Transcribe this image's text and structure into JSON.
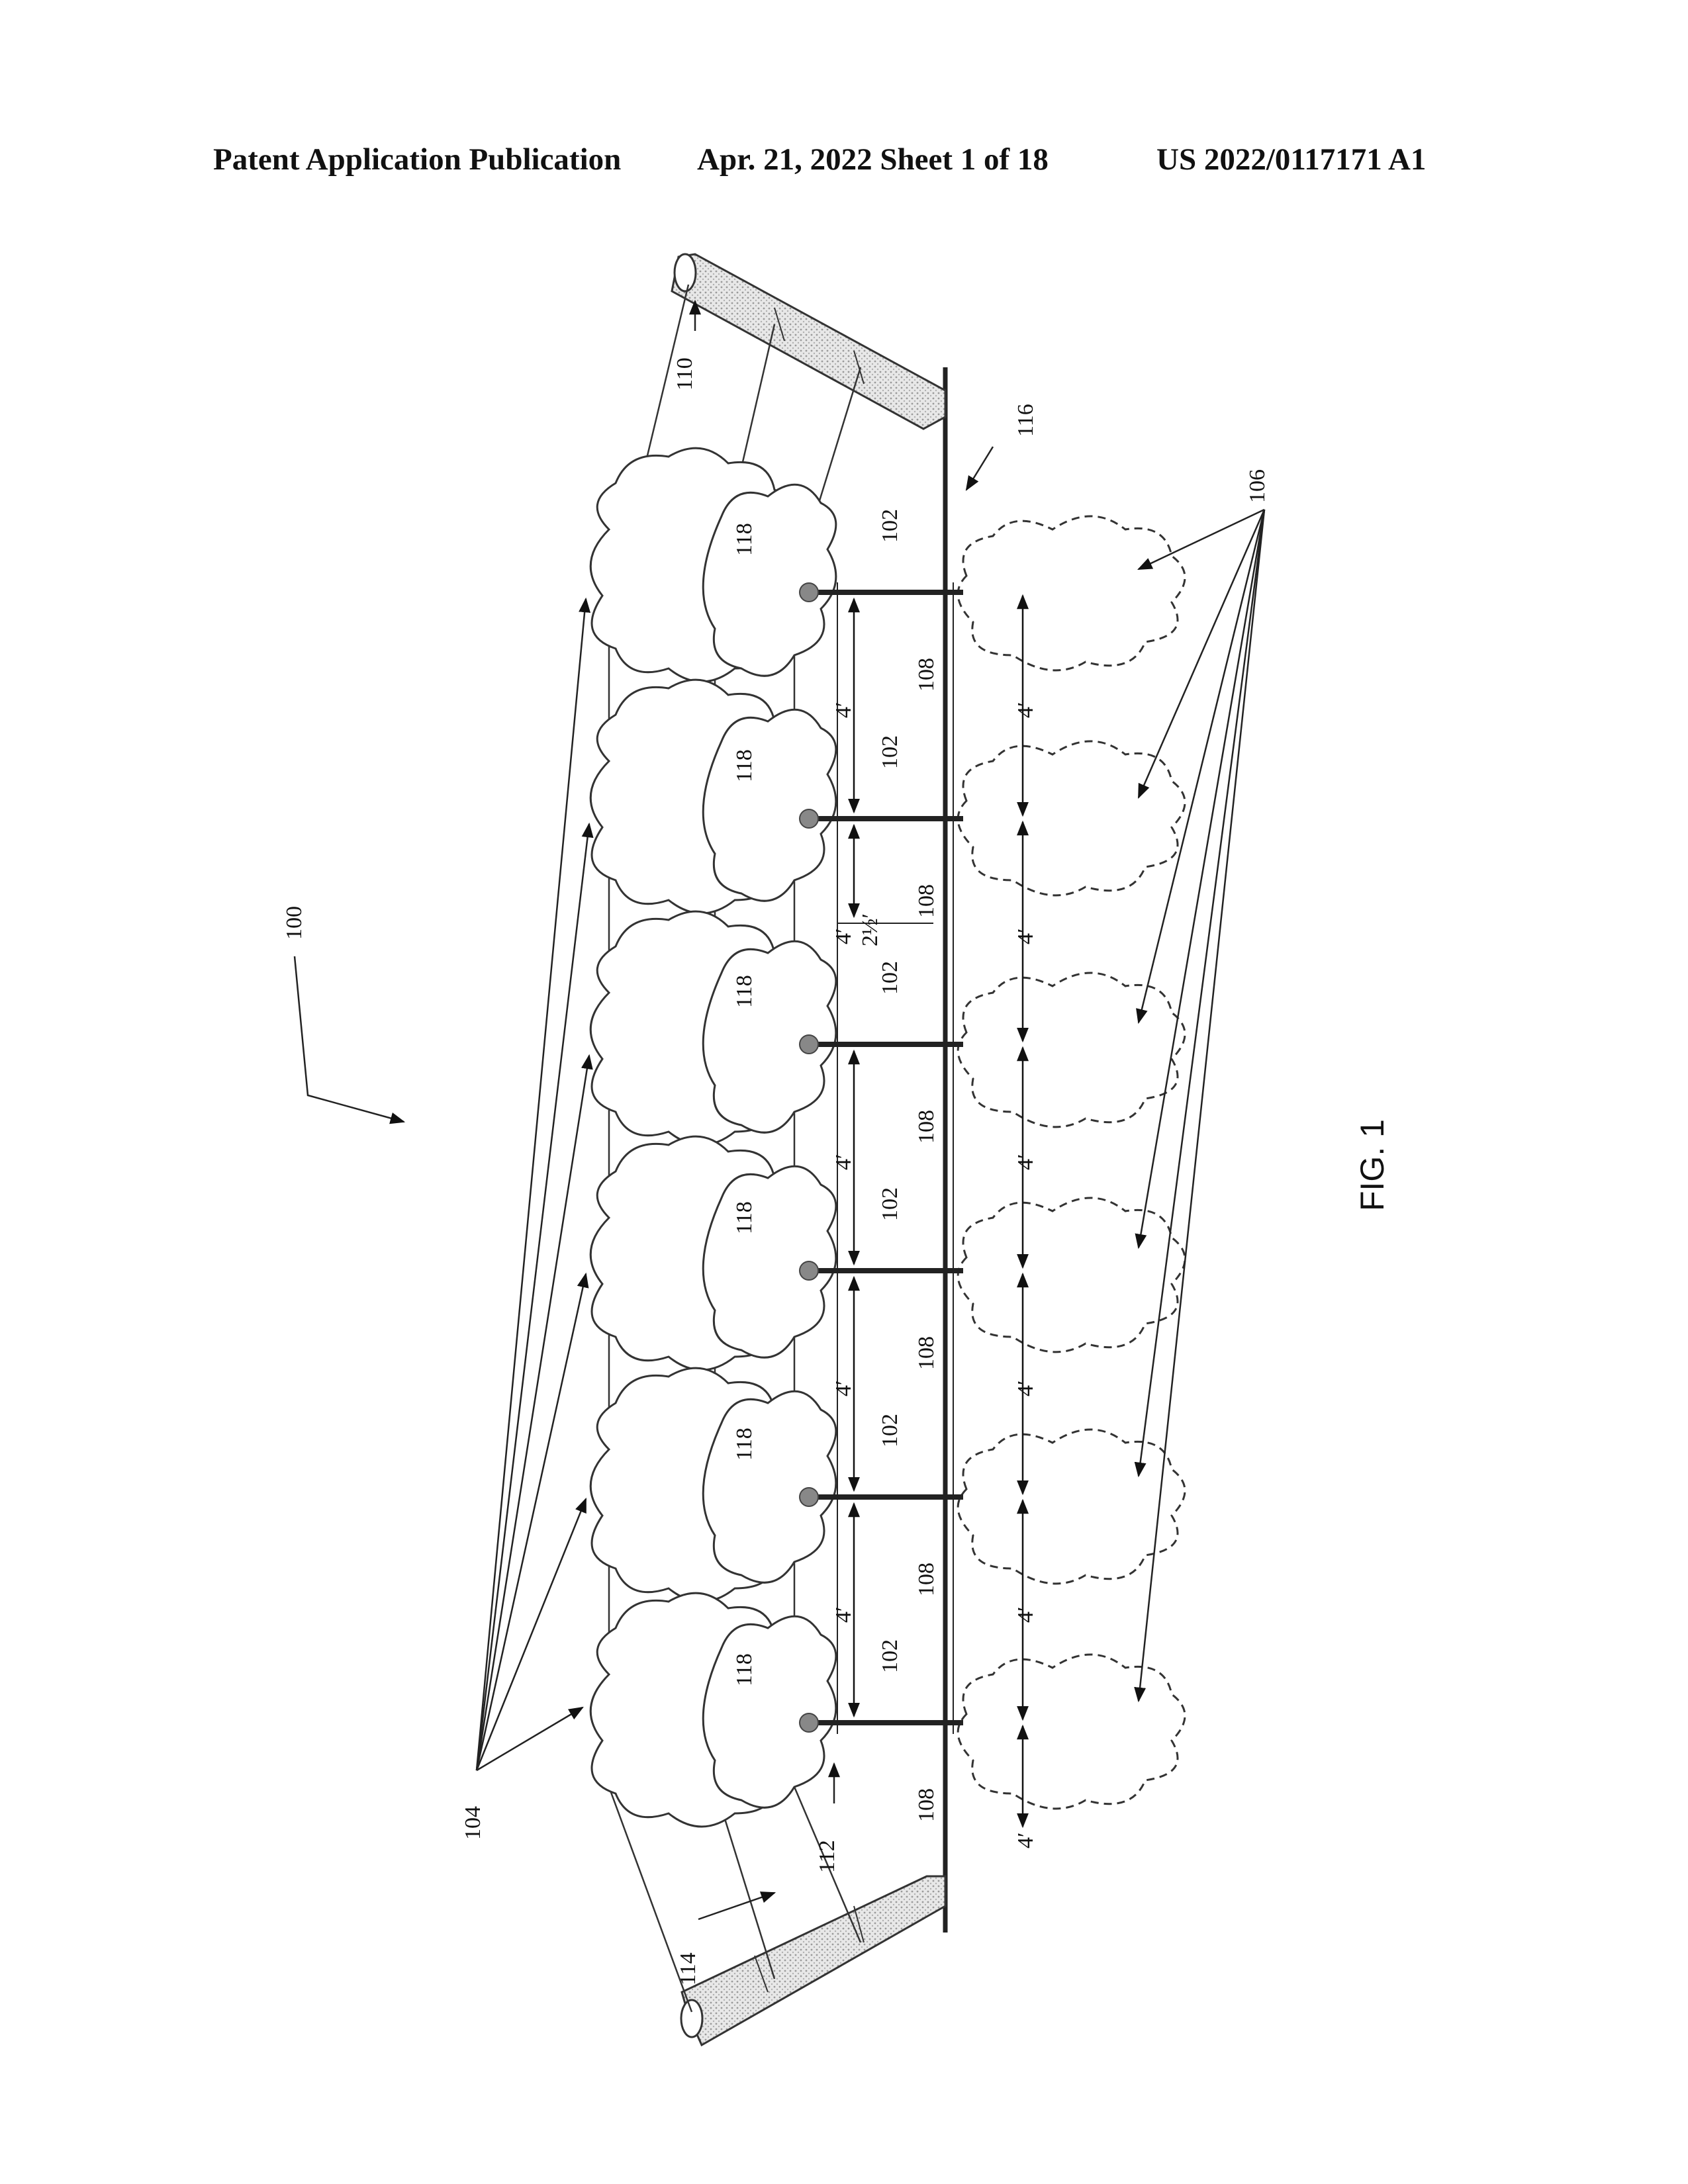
{
  "header": {
    "left": "Patent Application Publication",
    "center": "Apr. 21, 2022  Sheet 1 of 18",
    "right": "US 2022/0117171 A1"
  },
  "figure": {
    "caption": "FIG. 1",
    "ref_100": "100",
    "ref_104": "104",
    "ref_106": "106",
    "ref_110": "110",
    "ref_112": "112",
    "ref_114": "114",
    "ref_116": "116",
    "ref_102": "102",
    "ref_108": "108",
    "ref_118": "118",
    "dim_4ft": "4′",
    "dim_2half": "2½′"
  },
  "posts": [
    {
      "y": 1,
      "label_4ft": true
    },
    {
      "y": 2,
      "label_4ft": true
    },
    {
      "y": 3,
      "label_4ft": true
    },
    {
      "y": 4,
      "label_4ft": true
    },
    {
      "y": 5,
      "label_4ft": true
    },
    {
      "y": 6,
      "label_4ft": false
    }
  ]
}
